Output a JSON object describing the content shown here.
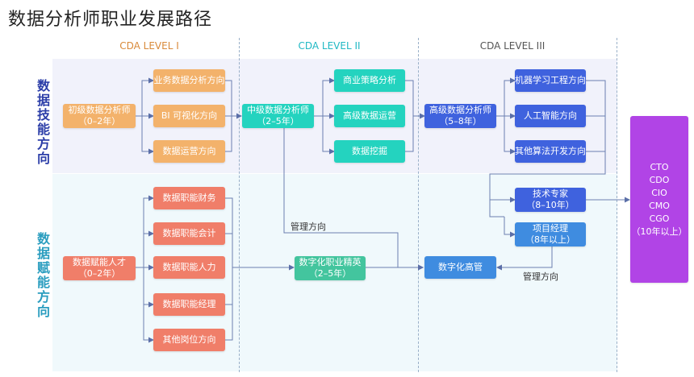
{
  "title": "数据分析师职业发展路径",
  "levels": [
    "CDA LEVEL I",
    "CDA LEVEL II",
    "CDA LEVEL III"
  ],
  "sections": {
    "skills": "数据技能方向",
    "empower": "数据赋能方向"
  },
  "level1": {
    "junior": {
      "name": "初级数据分析师",
      "years": "（0–2年）"
    },
    "branches": [
      "业务数据分析方向",
      "BI 可视化方向",
      "数据运营方向"
    ]
  },
  "level2": {
    "mid": {
      "name": "中级数据分析师",
      "years": "（2–5年）"
    },
    "branches": [
      "商业策略分析",
      "高级数据运营",
      "数据挖掘"
    ]
  },
  "level3": {
    "senior": {
      "name": "高级数据分析师",
      "years": "（5–8年）"
    },
    "branches": [
      "机器学习工程方向",
      "人工智能方向",
      "其他算法开发方向"
    ]
  },
  "empower": {
    "talent": {
      "name": "数据赋能人才",
      "years": "（0–2年）"
    },
    "branches": [
      "数据职能财务",
      "数据职能会计",
      "数据职能人力",
      "数据职能经理",
      "其他岗位方向"
    ],
    "elite": {
      "name": "数字化职业精英",
      "years": "（2–5年）"
    },
    "exec": "数字化高管"
  },
  "experts": {
    "tech": {
      "name": "技术专家",
      "years": "（8–10年）"
    },
    "pm": {
      "name": "项目经理",
      "years": "（8年以上）"
    }
  },
  "top": {
    "roles": [
      "CTO",
      "CDO",
      "CIO",
      "CMO",
      "CGO"
    ],
    "years": "（10年以上）"
  },
  "notes": {
    "mgmt1": "管理方向",
    "mgmt2": "管理方向"
  },
  "colors": {
    "orange": "#f3b26b",
    "red": "#f07e69",
    "teal": "#24d3bf",
    "blue": "#3f62de",
    "light_blue": "#3f8ce0",
    "green": "#43c59e",
    "purple": "#b144e6",
    "level1": "#d98a3a",
    "level2": "#1fb8c4",
    "level3": "#555555",
    "skills_label": "#2c3ea8",
    "empower_label": "#2a9dbf"
  }
}
